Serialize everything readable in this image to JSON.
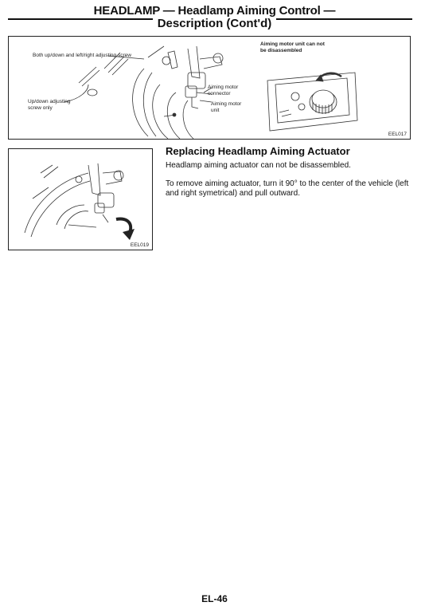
{
  "header": {
    "title": "HEADLAMP — Headlamp Aiming Control —",
    "subtitle": "Description (Cont'd)"
  },
  "figure1": {
    "labels": {
      "both_screw": "Both up/down and left/right adjusting screw",
      "updown_screw_line1": "Up/down adjusting",
      "updown_screw_line2": "screw only",
      "connector_line1": "Aiming motor",
      "connector_line2": "connector",
      "motor_line1": "Aiming motor",
      "motor_line2": "unit",
      "note_line1": "Aiming motor unit can not",
      "note_line2": "be disassembled"
    },
    "code": "EEL017"
  },
  "figure2": {
    "code": "EEL019"
  },
  "section": {
    "title": "Replacing Headlamp Aiming Actuator",
    "paragraph1": "Headlamp aiming actuator can not be disassembled.",
    "paragraph2": "To remove aiming actuator, turn it 90° to the center of the vehicle (left and right symetrical) and pull outward."
  },
  "footer": {
    "page_number": "EL-46"
  }
}
